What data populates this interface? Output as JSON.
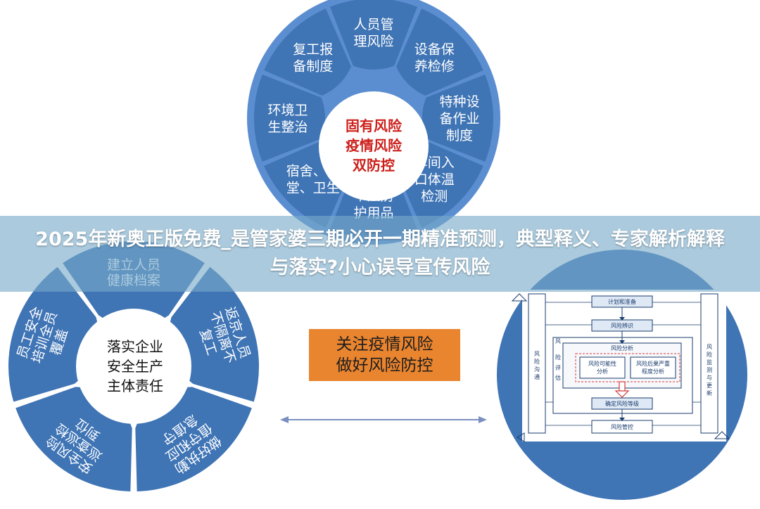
{
  "banner": {
    "title": "2025年新奥正版免费_是管家婆三期必开一期精准预测，典型释义、专家解析解释与落实?小心误导宣传风险"
  },
  "top_wheel": {
    "center": [
      "固有风险",
      "疫情风险",
      "双防控"
    ],
    "segments": [
      {
        "lines": [
          "人员管",
          "理风险"
        ]
      },
      {
        "lines": [
          "设备保",
          "养检修"
        ]
      },
      {
        "lines": [
          "特种设",
          "备作业",
          "制度"
        ]
      },
      {
        "lines": [
          "车间入",
          "口体温",
          "检测"
        ]
      },
      {
        "lines": [
          "个人防",
          "护用品"
        ]
      },
      {
        "lines": [
          "宿舍、食",
          "堂、卫生"
        ]
      },
      {
        "lines": [
          "环境卫",
          "生整治"
        ]
      },
      {
        "lines": [
          "复工报",
          "备制度"
        ]
      }
    ],
    "colors": {
      "segment": "#3f74b5",
      "ring": "#5b8ed0",
      "center": "#ffffff"
    }
  },
  "left_wheel": {
    "center": [
      "落实企业",
      "安全生产",
      "主体责任"
    ],
    "segments": [
      {
        "lines": [
          "建立人员",
          "健康档案"
        ]
      },
      {
        "lines": [
          "返京人员",
          "不隔离不",
          "复工"
        ]
      },
      {
        "lines": [
          "做好执勤",
          "值守和应",
          "急值守"
        ]
      },
      {
        "lines": [
          "安全风险",
          "巡查巡检",
          "到位"
        ]
      },
      {
        "lines": [
          "员工安全",
          "培训全员",
          "覆盖"
        ]
      }
    ],
    "colors": {
      "segment": "#3f74b5"
    }
  },
  "middle": {
    "box_lines": [
      "关注疫情风险",
      "做好风险防控"
    ],
    "colors": {
      "box": "#e9842f",
      "arrow": "#7a8fc0"
    }
  },
  "flowchart": {
    "left_label": "风险沟通",
    "right_label": "风险监测与更新",
    "steps": [
      "计划和准备",
      "风险辨识",
      "风险分析",
      "确定风险等级",
      "风险管控"
    ],
    "sub_boxes": [
      [
        "风险可能性",
        "分析"
      ],
      [
        "风险后果严重",
        "程度分析"
      ]
    ],
    "side_chars": [
      "风",
      "险",
      "评",
      "估"
    ],
    "colors": {
      "circle": "#3f74b5",
      "panel": "#ffffff",
      "box_border": "#1a3b6d",
      "highlight": "#d63a3a"
    }
  }
}
